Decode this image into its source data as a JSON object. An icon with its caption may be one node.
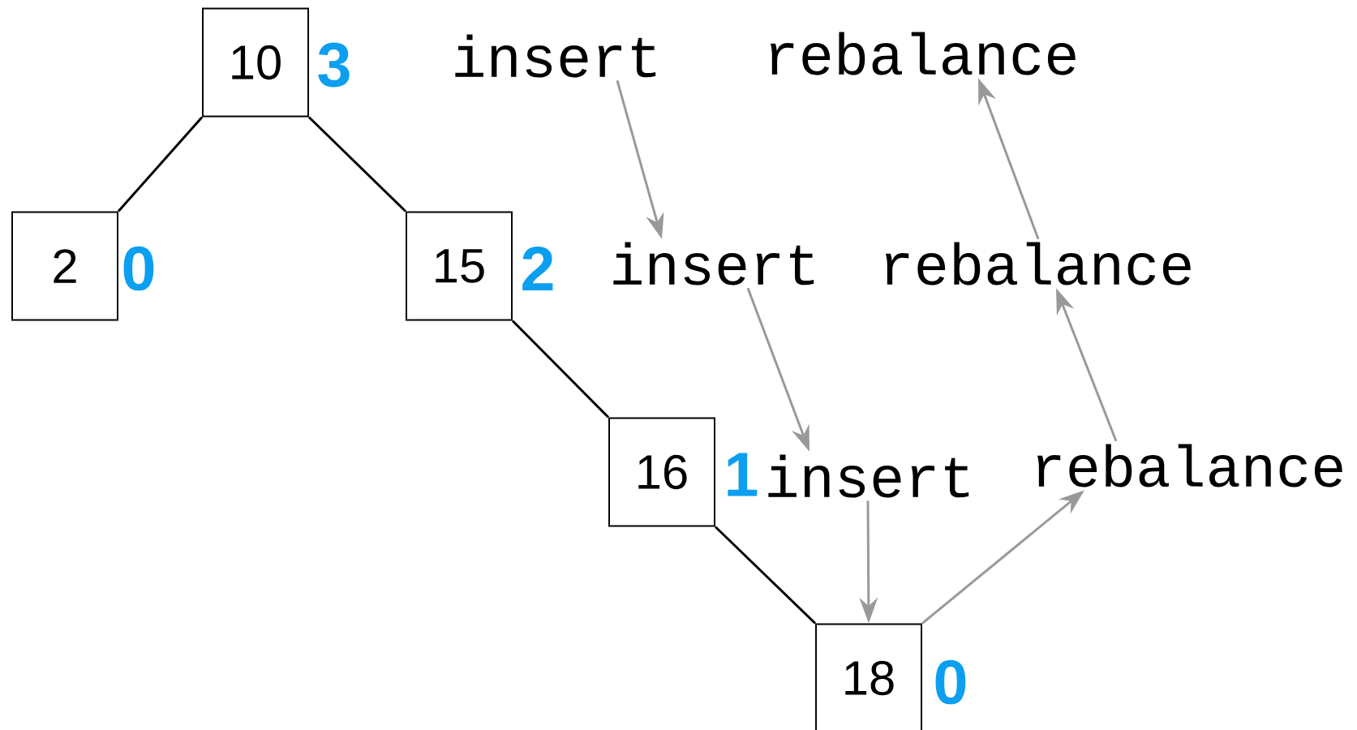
{
  "diagram": {
    "nodes": [
      {
        "text": [
          "10"
        ],
        "beside": [
          "3"
        ]
      },
      {
        "text": [
          "2"
        ],
        "beside": [
          "0"
        ]
      },
      {
        "text": [
          "15"
        ],
        "beside": [
          "2"
        ]
      },
      {
        "text": [
          "16"
        ],
        "beside": [
          "1"
        ]
      },
      {
        "text": [
          "18"
        ],
        "beside": [
          "0"
        ]
      },
      {
        "text": [
          "insert"
        ]
      },
      {
        "text": [
          "rebalance"
        ]
      },
      {
        "text": [
          "insert"
        ]
      },
      {
        "text": [
          "rebalance"
        ]
      },
      {
        "text": [
          "insert"
        ]
      },
      {
        "text": [
          "rebalance"
        ]
      }
    ],
    "edges": [
      {
        "from": 0,
        "to": 1,
        "arrow": "none",
        "color": "#000000"
      },
      {
        "from": 0,
        "to": 2,
        "arrow": "none",
        "color": "#000000"
      },
      {
        "from": 2,
        "to": 3,
        "arrow": "none",
        "color": "#000000"
      },
      {
        "from": 3,
        "to": 4,
        "arrow": "none",
        "color": "#000000"
      },
      {
        "from": 5,
        "to": 7,
        "arrow": "to"
      },
      {
        "from": 7,
        "to": 9,
        "arrow": "to"
      },
      {
        "from": 9,
        "to": 4,
        "arrow": "to"
      },
      {
        "from": 4,
        "to": 10,
        "arrow": "to"
      },
      {
        "from": 10,
        "to": 8,
        "arrow": "to"
      },
      {
        "from": 8,
        "to": 6,
        "arrow": "to"
      }
    ]
  }
}
